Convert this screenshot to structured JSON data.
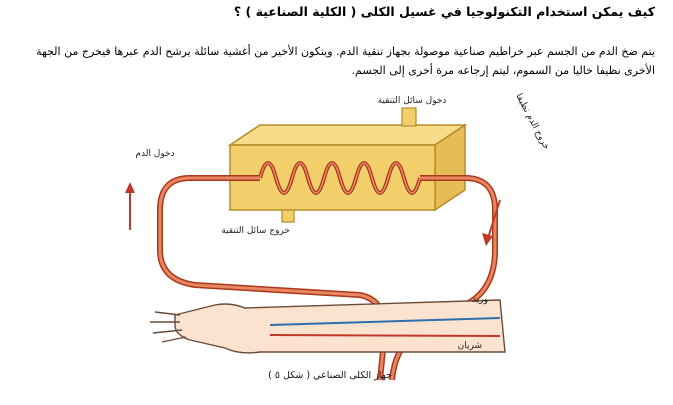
{
  "heading": "كيف يمكن استخدام التكنولوجيا في غسيل الكلى ( الكلية الصناعية )  ؟",
  "paragraph": "يتم ضخ الدم من الجسم عبر خراطيم صناعية موصولة بجهاز تنقية الدم. ويتكون الأخير من أغشية سائلة يرشح الدم عبرها فيخرج من الجهة الأخرى نظيفا خاليا من السموم، ليتم إرجاعه مرة أخرى إلى الجسم.",
  "figure": {
    "label_fluid_in": "دخول سائل التنقية",
    "label_blood_in": "دخول الدم",
    "label_fluid_out": "خروج سائل التنقية",
    "label_clean_blood_out": "خروج الدم نظيفا",
    "label_vein": "وريد",
    "label_artery": "شريان",
    "caption": "( شكل ٥ ) جهاز الكلى الصناعي",
    "colors": {
      "tube": "#d9603b",
      "tube_dark": "#a8391c",
      "device": "#f2cf6a",
      "device_edge": "#b98a2a",
      "arrow": "#c0392b",
      "skin": "#fbe3cf"
    }
  }
}
